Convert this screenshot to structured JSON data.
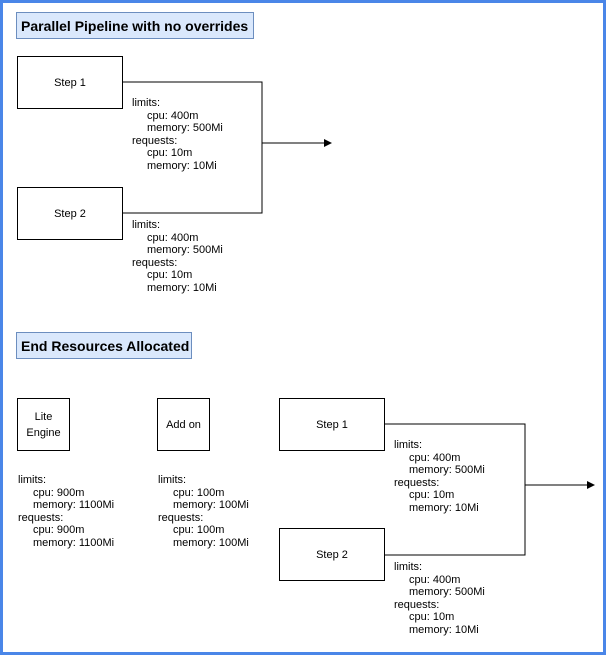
{
  "section1": {
    "title": "Parallel Pipeline with no overrides",
    "step1": {
      "label": "Step 1",
      "limits_label": "limits:",
      "limits_cpu": "cpu: 400m",
      "limits_memory": "memory: 500Mi",
      "requests_label": "requests:",
      "requests_cpu": "cpu: 10m",
      "requests_memory": "memory: 10Mi"
    },
    "step2": {
      "label": "Step 2",
      "limits_label": "limits:",
      "limits_cpu": "cpu: 400m",
      "limits_memory": "memory: 500Mi",
      "requests_label": "requests:",
      "requests_cpu": "cpu: 10m",
      "requests_memory": "memory: 10Mi"
    }
  },
  "section2": {
    "title": "End Resources Allocated",
    "lite_engine": {
      "label_line1": "Lite",
      "label_line2": "Engine",
      "limits_label": "limits:",
      "limits_cpu": "cpu: 900m",
      "limits_memory": "memory: 1100Mi",
      "requests_label": "requests:",
      "requests_cpu": "cpu: 900m",
      "requests_memory": "memory: 1100Mi"
    },
    "add_on": {
      "label": "Add on",
      "limits_label": "limits:",
      "limits_cpu": "cpu: 100m",
      "limits_memory": "memory: 100Mi",
      "requests_label": "requests:",
      "requests_cpu": "cpu: 100m",
      "requests_memory": "memory: 100Mi"
    },
    "step1": {
      "label": "Step 1",
      "limits_label": "limits:",
      "limits_cpu": "cpu: 400m",
      "limits_memory": "memory: 500Mi",
      "requests_label": "requests:",
      "requests_cpu": "cpu: 10m",
      "requests_memory": "memory: 10Mi"
    },
    "step2": {
      "label": "Step 2",
      "limits_label": "limits:",
      "limits_cpu": "cpu: 400m",
      "limits_memory": "memory: 500Mi",
      "requests_label": "requests:",
      "requests_cpu": "cpu: 10m",
      "requests_memory": "memory: 10Mi"
    }
  },
  "colors": {
    "frame": "#4a86e8",
    "title_fill": "#dae8fc",
    "title_stroke": "#6c8ebf"
  }
}
